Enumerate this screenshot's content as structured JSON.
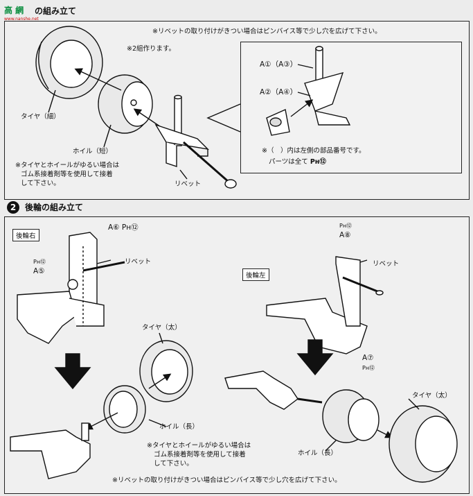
{
  "watermark": {
    "logo": "高 網",
    "sub": "www.nanshe.net"
  },
  "section1": {
    "title_frag": "の組み立て",
    "note_rivet": "※リベットの取り付けがきつい場合はピンバイス等で少し穴を広げて下さい。",
    "make_two": "※2組作ります。",
    "tire_label": "タイヤ（細）",
    "wheel_label": "ホイル（短）",
    "rivet_label": "リベット",
    "loose_note": [
      "※タイヤとホイールがゆるい場合は",
      "ゴム系接着剤等を使用して接着",
      "して下さい。"
    ],
    "inset": {
      "part_a1": "A①（A③）",
      "part_a2": "A②（A④）",
      "note_paren": "※（　）内は左側の部品番号です。",
      "note_parts": "パーツは全て",
      "parts_code": "Pʜ⑫"
    }
  },
  "section2": {
    "number": "2",
    "title": "後輪の組み立て",
    "right_tag": "後輪右",
    "left_tag": "後輪左",
    "a6": "A⑥ Pʜ⑫",
    "ph12_a": "Pʜ⑫",
    "a5": "A⑤",
    "rivet_a": "リベット",
    "ph12_b": "Pʜ⑫",
    "a8": "A⑧",
    "rivet_b": "リベット",
    "a7": "A⑦",
    "ph12_c": "Pʜ⑫",
    "tire_thick_a": "タイヤ（太）",
    "wheel_long_a": "ホイル（長）",
    "tire_thick_b": "タイヤ（太）",
    "wheel_long_b": "ホイル（長）",
    "loose_note": [
      "※タイヤとホイールがゆるい場合は",
      "ゴム系接着剤等を使用して接着",
      "して下さい。"
    ],
    "note_rivet": "※リベットの取り付けがきつい場合はピンバイス等で少し穴を広げて下さい。"
  }
}
